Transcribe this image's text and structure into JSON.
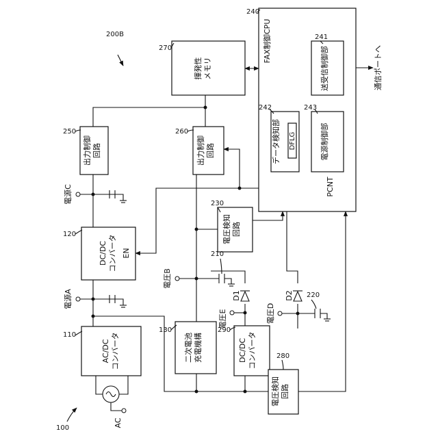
{
  "figure_ref": "100",
  "system_ref": "200B",
  "ac_label": "AC",
  "blocks": {
    "acdc": {
      "ref": "110",
      "line1": "AC/DC",
      "line2": "コンバータ"
    },
    "dcdc": {
      "ref": "120",
      "line1": "DC/DC",
      "line2": "コンバータ",
      "en": "EN"
    },
    "battery": {
      "ref": "130",
      "line1": "二次電池",
      "line2": "充電機構"
    },
    "out250": {
      "ref": "250",
      "line1": "出力制御",
      "line2": "回路"
    },
    "out260": {
      "ref": "260",
      "line1": "出力制御",
      "line2": "回路"
    },
    "memory": {
      "ref": "270",
      "line1": "揮発性",
      "line2": "メモリ"
    },
    "vdet230": {
      "ref": "230",
      "line1": "電圧検知",
      "line2": "回路"
    },
    "dcdc290": {
      "ref": "290",
      "line1": "DC/DC",
      "line2": "コンバータ"
    },
    "vdet280": {
      "ref": "280",
      "line1": "電圧検知",
      "line2": "回路"
    },
    "cpu": {
      "ref": "240",
      "title": "FAX制御CPU",
      "pcnt": "PCNT"
    },
    "datadet": {
      "ref": "242",
      "title": "データ検知部",
      "flag": "DFLG"
    },
    "power": {
      "ref": "243",
      "label": "電源制御部"
    },
    "txrx": {
      "ref": "241",
      "label": "送受信制御部"
    }
  },
  "nodes": {
    "power_a": "電源A",
    "power_c": "電源C",
    "voltage_b": "電圧B",
    "voltage_d": "電圧D",
    "voltage_e": "電圧E"
  },
  "components": {
    "d1": "D1",
    "d2": "D2",
    "cap210": "210",
    "cap220": "220"
  },
  "comm_port": "通信ポートへ"
}
